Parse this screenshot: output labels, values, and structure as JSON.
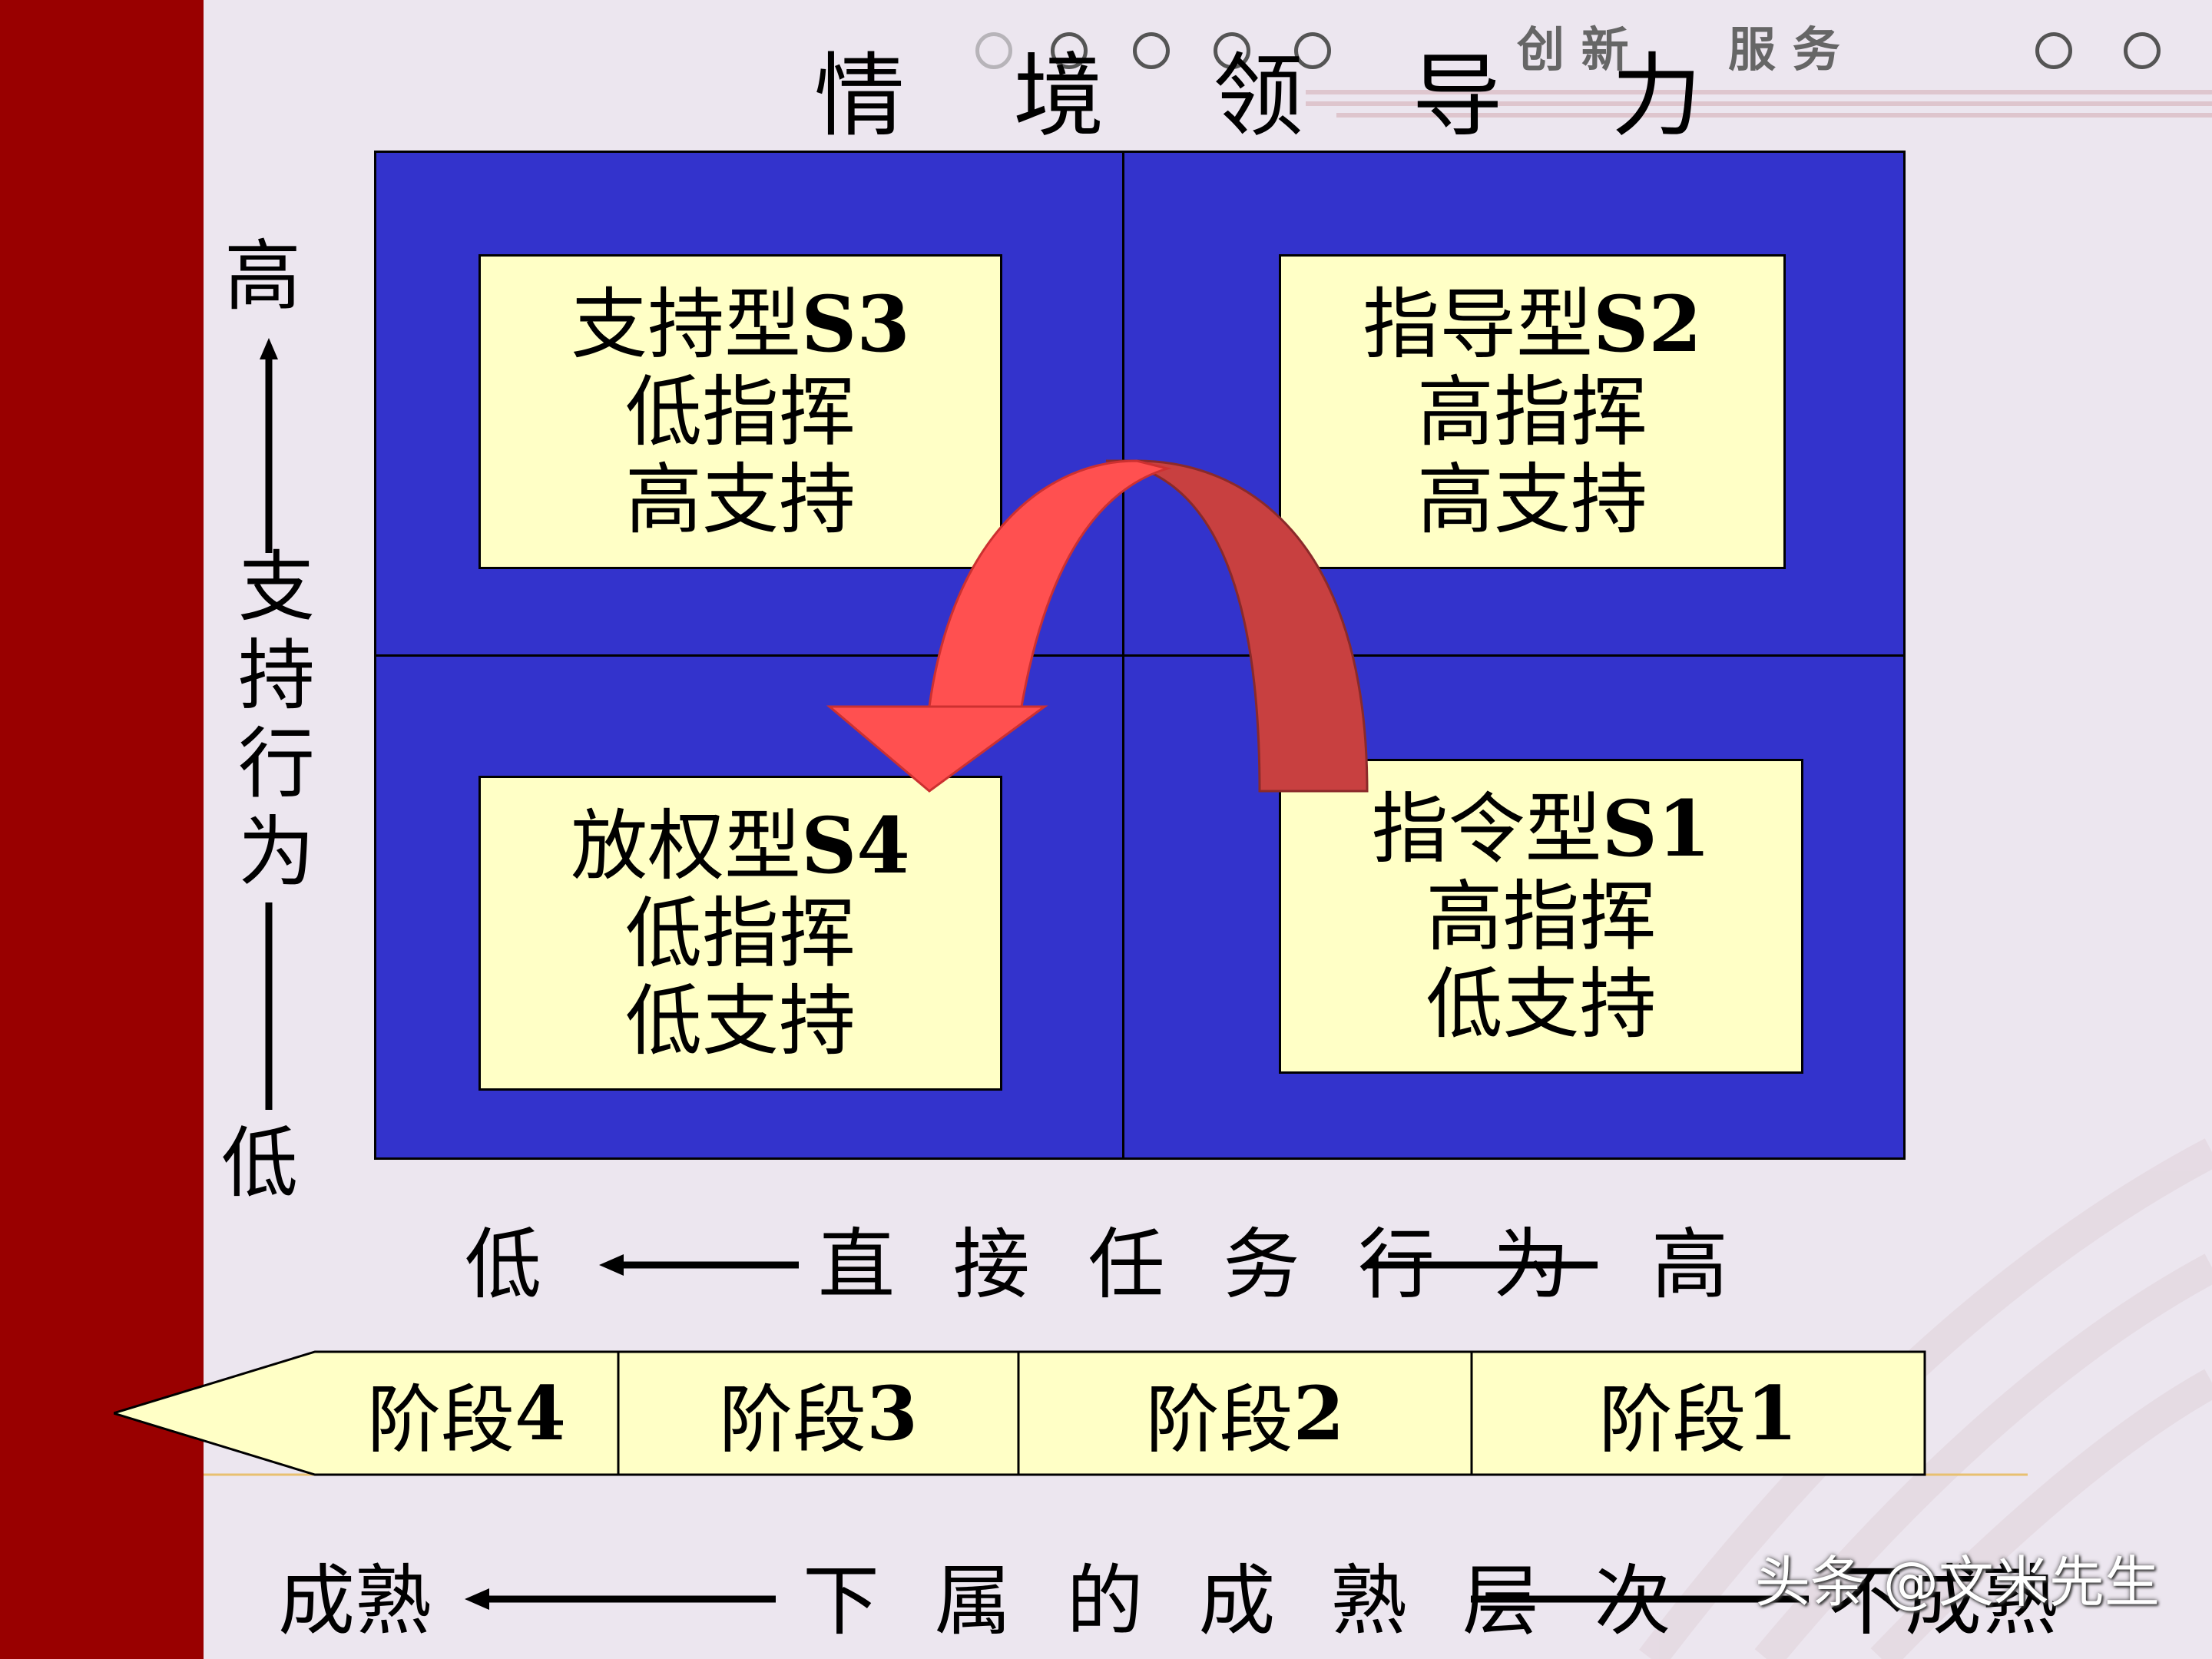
{
  "title": "情 境 领 导 力",
  "header": {
    "text_left": "创 新",
    "text_right": "服 务"
  },
  "quadrants": {
    "top_left": {
      "style": "支持型",
      "code": "S3",
      "line2": "低指挥",
      "line3": "高支持"
    },
    "top_right": {
      "style": "指导型",
      "code": "S2",
      "line2": "高指挥",
      "line3": "高支持"
    },
    "bottom_left": {
      "style": "放权型",
      "code": "S4",
      "line2": "低指挥",
      "line3": "低支持"
    },
    "bottom_right": {
      "style": "指令型",
      "code": "S1",
      "line2": "高指挥",
      "line3": "低支持"
    }
  },
  "y_axis": {
    "high": "高",
    "label_chars": [
      "支",
      "持",
      "行",
      "为"
    ],
    "low": "低"
  },
  "x_axis": {
    "low": "低",
    "label": "直 接 任 务 行 为",
    "high": "高"
  },
  "stages": [
    {
      "name": "阶段",
      "num": "4"
    },
    {
      "name": "阶段",
      "num": "3"
    },
    {
      "name": "阶段",
      "num": "2"
    },
    {
      "name": "阶段",
      "num": "1"
    }
  ],
  "maturity": {
    "left": "成熟",
    "label": "下 属 的 成 熟 层 次",
    "right": "不成熟"
  },
  "watermark": "头条 @文米先生",
  "colors": {
    "left_bar": "#990000",
    "matrix": "#3333cc",
    "box": "#ffffc6",
    "arrow": "#ff5050",
    "arrow_back": "#c84040"
  }
}
